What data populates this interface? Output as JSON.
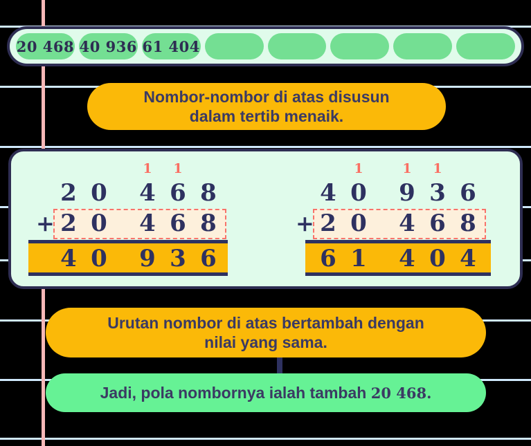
{
  "background": {
    "paper_color": "#000000",
    "rule_color": "#cfe8fb",
    "margin_color": "#f7b8b8",
    "rule_positions_y": [
      37,
      124,
      211,
      298,
      375,
      462,
      548,
      633
    ],
    "margin_x": 60
  },
  "palette": {
    "panel_fill": "#e0fbeb",
    "panel_border": "#2e2d52",
    "chip_fill": "#74df93",
    "orange": "#fbb908",
    "green": "#66f295",
    "navy_text": "#2e3160",
    "carry_red": "#fa6e62",
    "highlight_fill": "#fdf0dc",
    "highlight_border": "#f8736a"
  },
  "sequence_strip": {
    "name": "number-sequence-strip",
    "chips": [
      {
        "value": "20 468",
        "filled": true
      },
      {
        "value": "40 936",
        "filled": true
      },
      {
        "value": "61 404",
        "filled": true
      },
      {
        "value": "",
        "filled": false
      },
      {
        "value": "",
        "filled": false
      },
      {
        "value": "",
        "filled": false
      },
      {
        "value": "",
        "filled": false
      },
      {
        "value": "",
        "filled": false
      }
    ]
  },
  "callouts": {
    "top": {
      "line1": "Nombor-nombor di atas disusun",
      "line2": "dalam tertib menaik."
    },
    "middle": {
      "line1": "Urutan nombor di atas bertambah dengan",
      "line2": "nilai yang sama."
    },
    "bottom": {
      "text": "Jadi, pola nombornya ialah tambah ",
      "number": "20 468."
    }
  },
  "working": {
    "plus_symbol": "+",
    "left_sum": {
      "name": "column-addition-left",
      "carries": [
        "",
        "",
        "",
        "1",
        "1",
        ""
      ],
      "addend1": [
        "2",
        "0",
        "",
        "4",
        "6",
        "8"
      ],
      "addend2": [
        "2",
        "0",
        "",
        "4",
        "6",
        "8"
      ],
      "result": [
        "4",
        "0",
        "",
        "9",
        "3",
        "6"
      ],
      "addend1_value": "20 468",
      "addend2_value": "20 468",
      "result_value": "40 936"
    },
    "right_sum": {
      "name": "column-addition-right",
      "carries": [
        "",
        "1",
        "",
        "1",
        "1",
        ""
      ],
      "addend1": [
        "4",
        "0",
        "",
        "9",
        "3",
        "6"
      ],
      "addend2": [
        "2",
        "0",
        "",
        "4",
        "6",
        "8"
      ],
      "result": [
        "6",
        "1",
        "",
        "4",
        "0",
        "4"
      ],
      "addend1_value": "40 936",
      "addend2_value": "20 468",
      "result_value": "61 404"
    }
  }
}
